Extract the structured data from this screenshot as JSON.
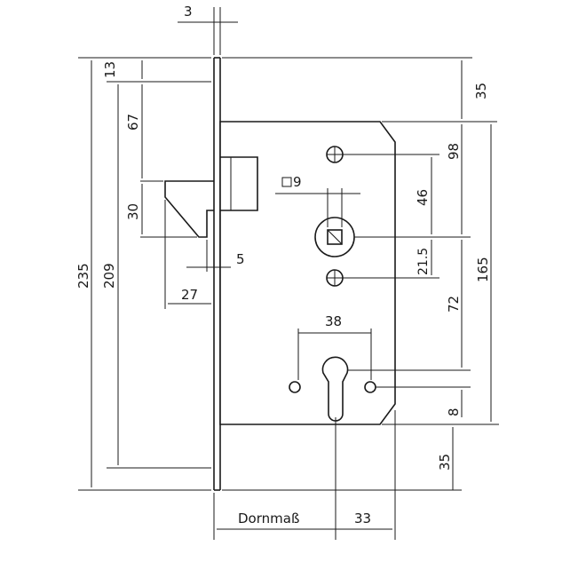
{
  "drawing": {
    "forend_thickness": "3",
    "top_to_latch_top": "13",
    "latch_top_to_latch_bottom": "67",
    "latch_height": "30",
    "forend_length": "235",
    "forend_to_bottom_offset": "209",
    "latch_projection": "27",
    "bolt_gap": "5",
    "spindle_square": "9",
    "square_prefix": "□",
    "top_to_body": "35",
    "hole_to_top_body": "98",
    "hole_to_spindle": "46",
    "spindle_to_lower_hole": "21.5",
    "body_height": "165",
    "spindle_to_cylinder": "72",
    "cylinder_hole_spacing": "38",
    "cylinder_offset": "8",
    "bottom_offset": "35",
    "backset_label": "Dornmaß",
    "cylinder_to_edge": "33"
  }
}
